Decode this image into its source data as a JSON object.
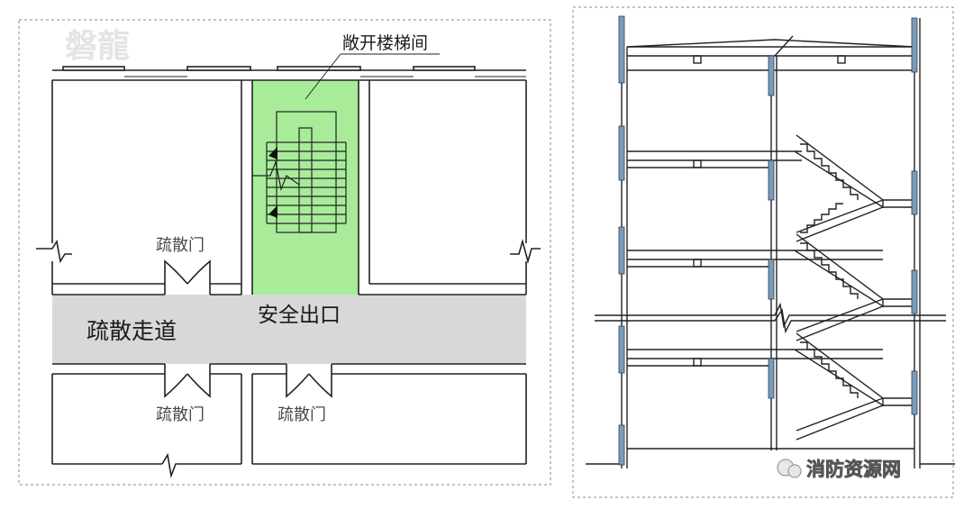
{
  "plan": {
    "watermark": "磐龍",
    "callout": "敞开楼梯间",
    "door_upper": "疏散门",
    "corridor": "疏散走道",
    "exit": "安全出口",
    "door_lower_left": "疏散门",
    "door_lower_right": "疏散门"
  },
  "section": {
    "source_mark": "消防资源网"
  },
  "colors": {
    "stair_fill": "#a8ec9a",
    "corridor_fill": "#d8d8d8",
    "wall": "#222222",
    "column_blue": "#7b9bb8",
    "frame_dash": "#888888"
  }
}
